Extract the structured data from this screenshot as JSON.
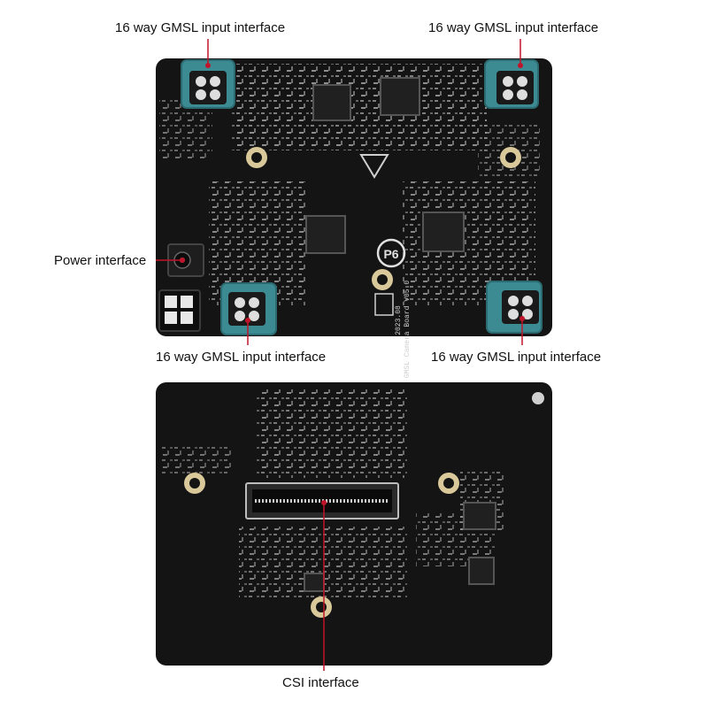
{
  "callouts": {
    "gmsl_top_left": "16 way GMSL input interface",
    "gmsl_top_right": "16 way GMSL input interface",
    "gmsl_bottom_left": "16 way GMSL input interface",
    "gmsl_bottom_right": "16 way GMSL input interface",
    "power": "Power interface",
    "csi": "CSI interface"
  },
  "board_print": {
    "model": "GMSL Camera Board V05.0",
    "date": "2023.08",
    "logo": "P6"
  },
  "colors": {
    "pcb": "#141414",
    "connector": "#3d8b92",
    "pin": "#dedede",
    "leader_line": "#c0142a",
    "text": "#111111"
  },
  "icons": [
    "fakra-connector-icon",
    "power-jack-icon",
    "csi-slot-icon",
    "chip-icon",
    "mounting-hole-icon"
  ]
}
